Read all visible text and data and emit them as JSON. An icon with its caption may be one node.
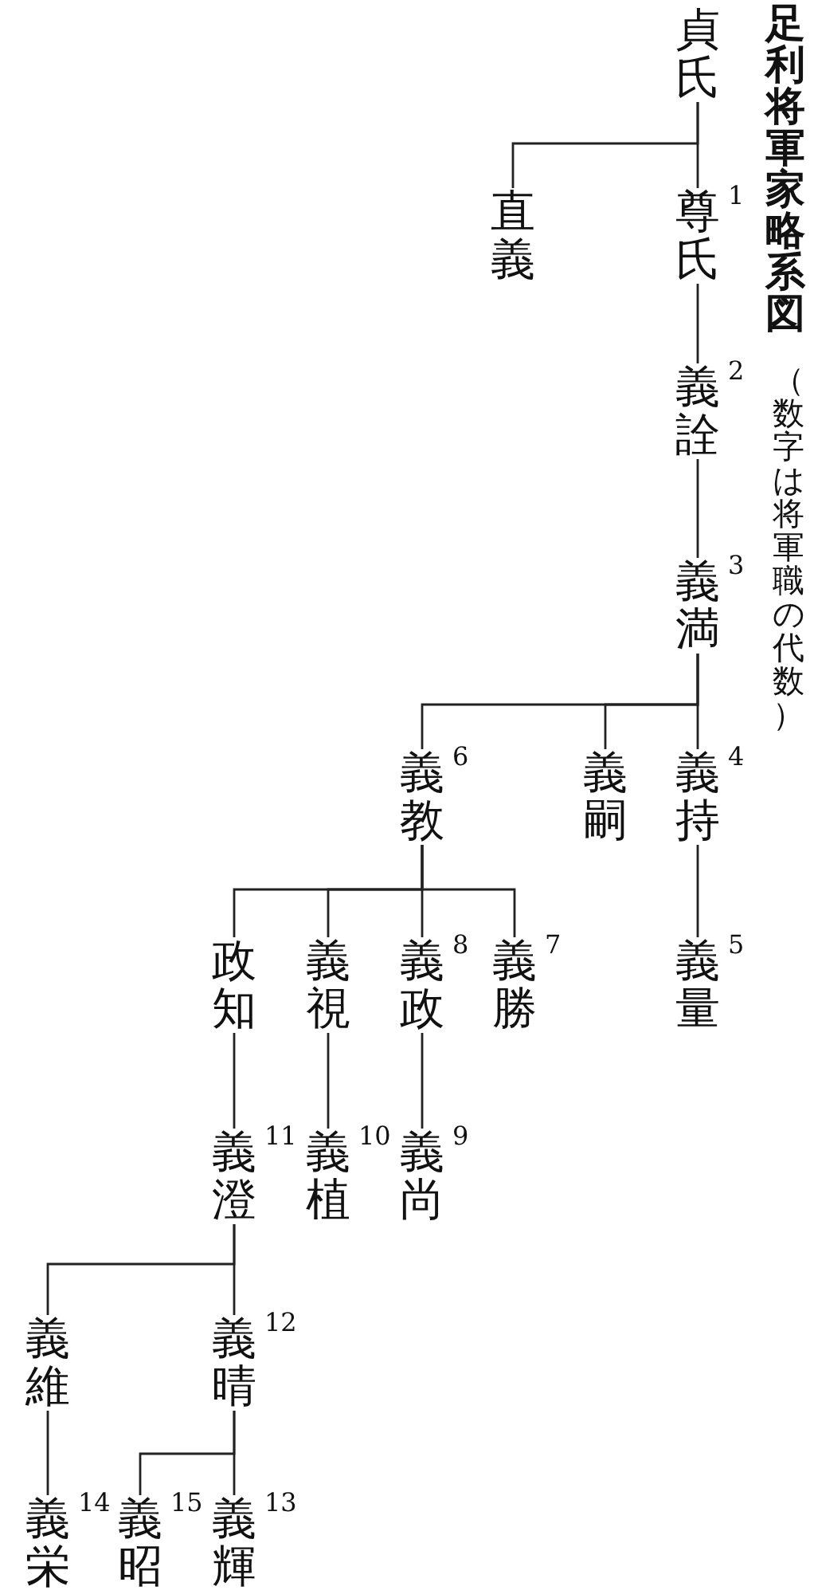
{
  "diagram": {
    "title": "足利将軍家略系図",
    "caption": "（数字は将軍職の代数）",
    "nodes": [
      {
        "text": [
          "貞氏"
        ]
      },
      {
        "text": [
          "直義"
        ]
      },
      {
        "text": [
          "尊氏"
        ],
        "beside": [
          "1"
        ]
      },
      {
        "text": [
          "義詮"
        ],
        "beside": [
          "2"
        ]
      },
      {
        "text": [
          "義満"
        ],
        "beside": [
          "3"
        ]
      },
      {
        "text": [
          "義教"
        ],
        "beside": [
          "6"
        ]
      },
      {
        "text": [
          "義嗣"
        ]
      },
      {
        "text": [
          "義持"
        ],
        "beside": [
          "4"
        ]
      },
      {
        "text": [
          "義量"
        ],
        "beside": [
          "5"
        ]
      },
      {
        "text": [
          "政知"
        ]
      },
      {
        "text": [
          "義視"
        ]
      },
      {
        "text": [
          "義政"
        ],
        "beside": [
          "8"
        ]
      },
      {
        "text": [
          "義勝"
        ],
        "beside": [
          "7"
        ]
      },
      {
        "text": [
          "義澄"
        ],
        "beside": [
          "11"
        ]
      },
      {
        "text": [
          "義植"
        ],
        "beside": [
          "10"
        ]
      },
      {
        "text": [
          "義尚"
        ],
        "beside": [
          "9"
        ]
      },
      {
        "text": [
          "義維"
        ]
      },
      {
        "text": [
          "義晴"
        ],
        "beside": [
          "12"
        ]
      },
      {
        "text": [
          "義栄"
        ],
        "beside": [
          "14"
        ]
      },
      {
        "text": [
          "義昭"
        ],
        "beside": [
          "15"
        ]
      },
      {
        "text": [
          "義輝"
        ],
        "beside": [
          "13"
        ]
      }
    ],
    "edges": [
      {
        "from": 0,
        "to": 1,
        "arrow": "none"
      },
      {
        "from": 0,
        "to": 2,
        "arrow": "none"
      },
      {
        "from": 2,
        "to": 3,
        "arrow": "none"
      },
      {
        "from": 3,
        "to": 4,
        "arrow": "none"
      },
      {
        "from": 4,
        "to": 5,
        "arrow": "none"
      },
      {
        "from": 4,
        "to": 6,
        "arrow": "none"
      },
      {
        "from": 4,
        "to": 7,
        "arrow": "none"
      },
      {
        "from": 7,
        "to": 8,
        "arrow": "none"
      },
      {
        "from": 5,
        "to": 9,
        "arrow": "none"
      },
      {
        "from": 5,
        "to": 10,
        "arrow": "none"
      },
      {
        "from": 5,
        "to": 11,
        "arrow": "none"
      },
      {
        "from": 5,
        "to": 12,
        "arrow": "none"
      },
      {
        "from": 9,
        "to": 13,
        "arrow": "none"
      },
      {
        "from": 10,
        "to": 14,
        "arrow": "none"
      },
      {
        "from": 11,
        "to": 15,
        "arrow": "none"
      },
      {
        "from": 13,
        "to": 16,
        "arrow": "none"
      },
      {
        "from": 13,
        "to": 17,
        "arrow": "none"
      },
      {
        "from": 16,
        "to": 18,
        "arrow": "none"
      },
      {
        "from": 17,
        "to": 19,
        "arrow": "none"
      },
      {
        "from": 17,
        "to": 20,
        "arrow": "none"
      }
    ]
  }
}
